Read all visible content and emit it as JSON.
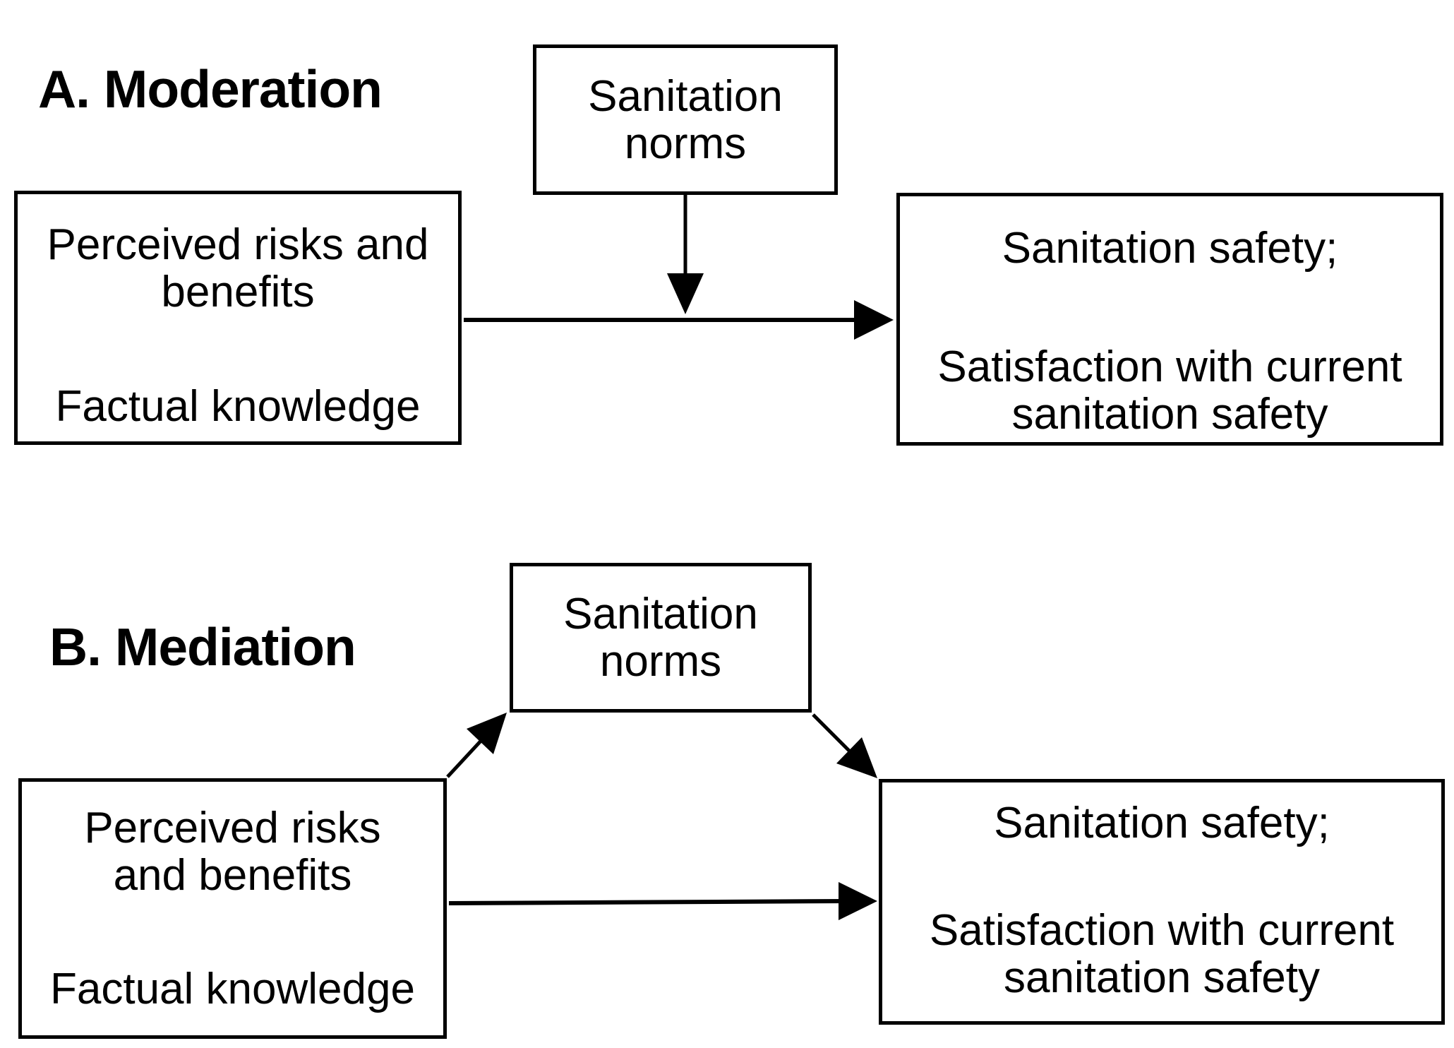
{
  "figure": {
    "background_color": "#ffffff",
    "line_color": "#000000",
    "panel_a": {
      "title": "A. Moderation",
      "moderator_box": {
        "line1": "Sanitation",
        "line2": "norms"
      },
      "predictor_box": {
        "para1_line1": "Perceived risks and",
        "para1_line2": "benefits",
        "para2": "Factual knowledge"
      },
      "outcome_box": {
        "para1": "Sanitation safety;",
        "para2_line1": "Satisfaction with current",
        "para2_line2": "sanitation safety"
      }
    },
    "panel_b": {
      "title": "B. Mediation",
      "mediator_box": {
        "line1": "Sanitation",
        "line2": "norms"
      },
      "predictor_box": {
        "para1_line1": "Perceived risks",
        "para1_line2": "and benefits",
        "para2": "Factual knowledge"
      },
      "outcome_box": {
        "para1": "Sanitation safety;",
        "para2_line1": "Satisfaction with current",
        "para2_line2": "sanitation safety"
      }
    }
  }
}
